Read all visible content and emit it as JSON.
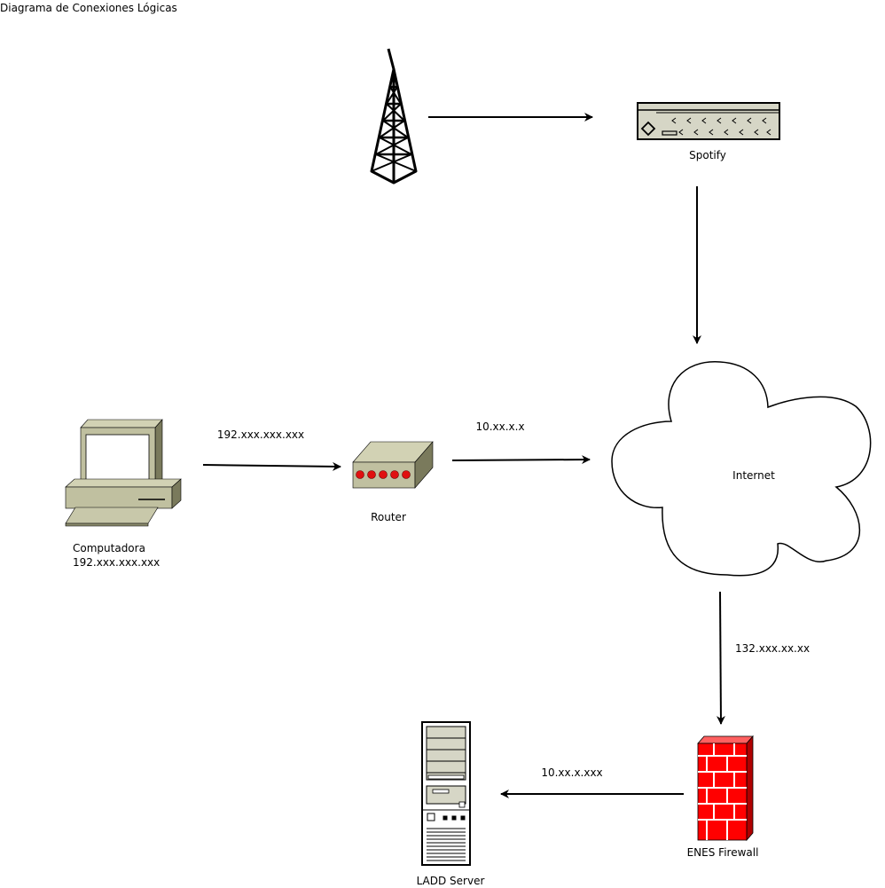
{
  "title": "Diagrama de Conexiones Lógicas",
  "nodes": {
    "tower": {
      "label": ""
    },
    "spotify": {
      "label": "Spotify"
    },
    "computer": {
      "label_line1": "Computadora",
      "label_line2": "192.xxx.xxx.xxx"
    },
    "router": {
      "label": "Router"
    },
    "internet": {
      "label": "Internet"
    },
    "firewall": {
      "label": "ENES Firewall"
    },
    "ladd_server": {
      "label": "LADD Server"
    }
  },
  "edges": {
    "computer_router": {
      "label": "192.xxx.xxx.xxx"
    },
    "router_internet": {
      "label": "10.xx.x.x"
    },
    "internet_firewall": {
      "label": "132.xxx.xx.xx"
    },
    "firewall_server": {
      "label": "10.xx.x.xxx"
    },
    "tower_spotify": {
      "label": ""
    },
    "spotify_internet": {
      "label": ""
    }
  },
  "colors": {
    "device_fill": "#c8c8a8",
    "device_dark": "#808060",
    "firewall_red": "#ff0000",
    "router_led": "#e01010"
  }
}
